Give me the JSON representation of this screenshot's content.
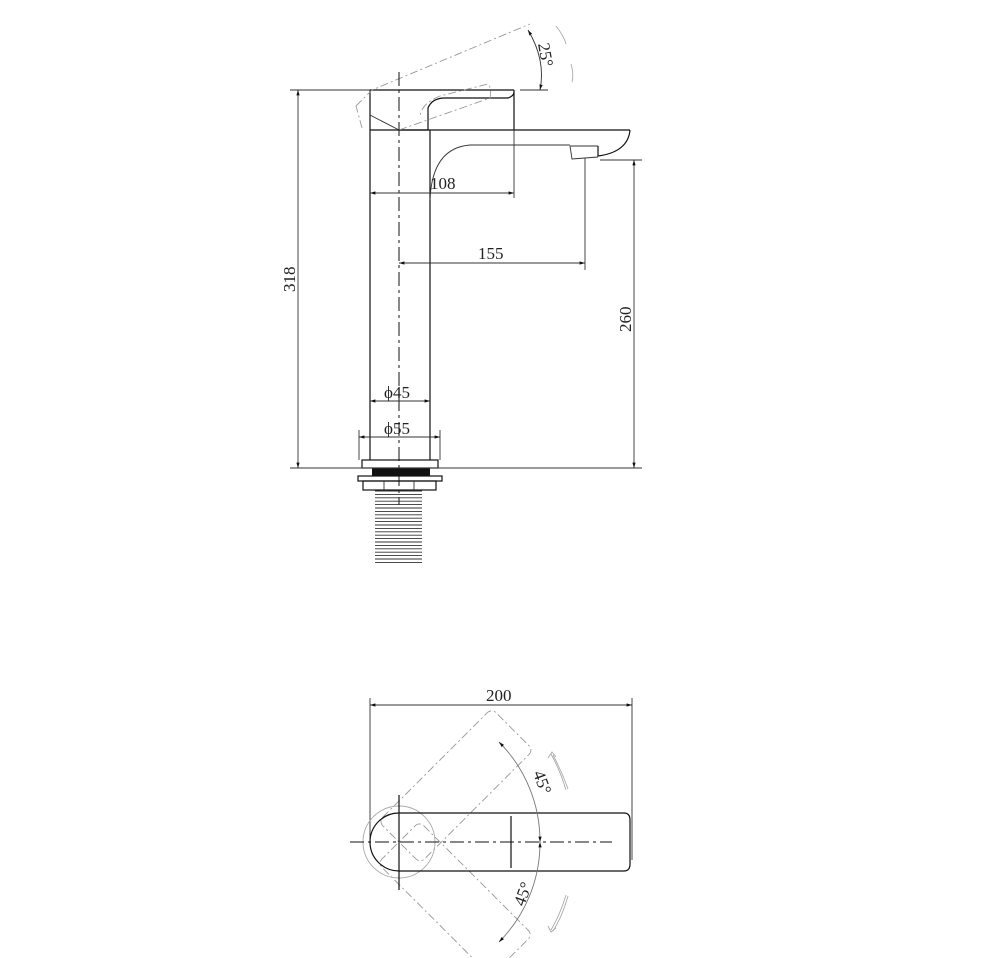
{
  "side_view": {
    "dimensions": {
      "total_height": "318",
      "spout_height": "260",
      "handle_reach": "108",
      "spout_reach": "155",
      "body_diameter": "ϕ45",
      "flange_diameter": "ϕ55",
      "handle_tilt_angle": "25°"
    }
  },
  "top_view": {
    "dimensions": {
      "overall_width": "200",
      "rotation_angle_upper": "45°",
      "rotation_angle_lower": "45°"
    }
  },
  "colors": {
    "line": "#111111",
    "ghost": "#999999",
    "background": "#ffffff"
  }
}
